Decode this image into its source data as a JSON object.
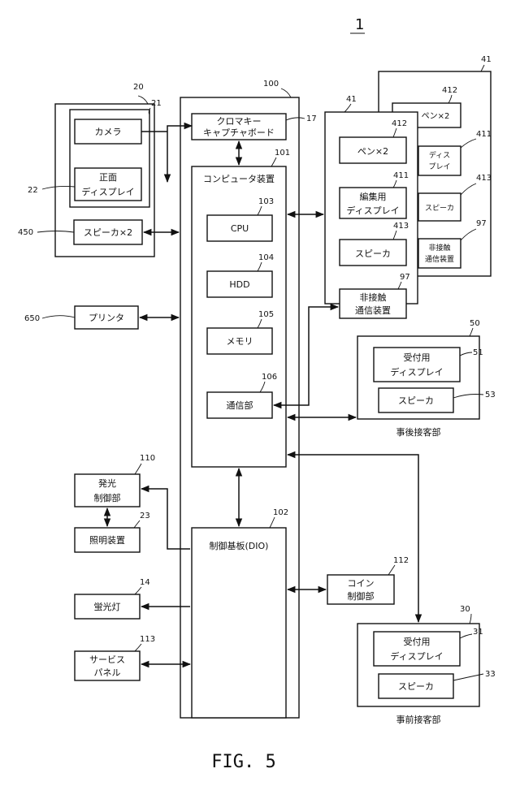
{
  "figure": {
    "number": "1",
    "caption": "FIG. 5"
  },
  "blocks": {
    "camera_unit_ref": "20",
    "camera_inner_ref": "21",
    "camera": "カメラ",
    "front_display_l1": "正面",
    "front_display_l2": "ディスプレイ",
    "front_display_ref": "22",
    "speaker_x2": "スピーカ×2",
    "speaker_x2_ref": "450",
    "printer": "プリンタ",
    "printer_ref": "650",
    "light_ctrl_l1": "発光",
    "light_ctrl_l2": "制御部",
    "light_ctrl_ref": "110",
    "lighting": "照明装置",
    "lighting_ref": "23",
    "fluorescent": "蛍光灯",
    "fluorescent_ref": "14",
    "service_l1": "サービス",
    "service_l2": "パネル",
    "service_ref": "113",
    "main_ref": "100",
    "chroma_l1": "クロマキー",
    "chroma_l2": "キャプチャボード",
    "chroma_ref": "17",
    "computer": "コンピュータ装置",
    "computer_ref": "101",
    "cpu": "CPU",
    "cpu_ref": "103",
    "hdd": "HDD",
    "hdd_ref": "104",
    "memory": "メモリ",
    "memory_ref": "105",
    "comm": "通信部",
    "comm_ref": "106",
    "control_board": "制御基板(DIO)",
    "control_board_ref": "102",
    "coin_l1": "コイン",
    "coin_l2": "制御部",
    "coin_ref": "112",
    "booth_ref_front": "41",
    "booth_ref_back": "41",
    "pen_x2": "ペン×2",
    "pen_ref": "412",
    "pen_x2_back": "ペン×2",
    "pen_back_ref": "412",
    "edit_display_l1": "編集用",
    "edit_display_l2": "ディスプレイ",
    "edit_display_ref": "411",
    "display_back_l1": "ディス",
    "display_back_l2": "プレイ",
    "display_back_ref": "411",
    "speaker_front": "スピーカ",
    "speaker_front_ref": "413",
    "speaker_back": "スピーカ",
    "speaker_back_ref": "413",
    "nfc_l1": "非接触",
    "nfc_l2": "通信装置",
    "nfc_ref": "97",
    "nfc_back_l1": "非接触",
    "nfc_back_l2": "通信装置",
    "nfc_back_ref": "97",
    "after_ref": "50",
    "after_display_l1": "受付用",
    "after_display_l2": "ディスプレイ",
    "after_display_ref": "51",
    "after_speaker": "スピーカ",
    "after_speaker_ref": "53",
    "after_label": "事後接客部",
    "before_ref": "30",
    "before_display_l1": "受付用",
    "before_display_l2": "ディスプレイ",
    "before_display_ref": "31",
    "before_speaker": "スピーカ",
    "before_speaker_ref": "33",
    "before_label": "事前接客部"
  }
}
